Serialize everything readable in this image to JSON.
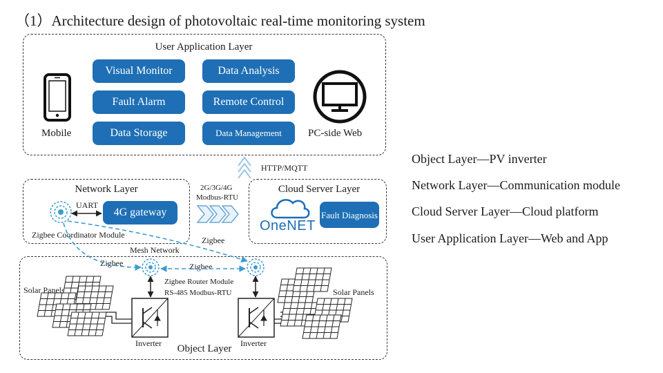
{
  "title": "（1）Architecture design of photovoltaic real-time monitoring system",
  "user_layer": {
    "title": "User Application Layer",
    "mobile_label": "Mobile",
    "pc_label": "PC-side Web",
    "functions": [
      "Visual Monitor",
      "Data Analysis",
      "Fault Alarm",
      "Remote Control",
      "Data Storage",
      "Data Management"
    ]
  },
  "network_layer": {
    "title": "Network Layer",
    "gateway": "4G gateway",
    "uart": "UART",
    "coordinator": "Zigbee Coordinator Module"
  },
  "cloud_layer": {
    "title": "Cloud Server Layer",
    "brand": "OneNET",
    "fault_diagnosis": "Fault Diagnosis"
  },
  "links": {
    "http_mqtt": "HTTP/MQTT",
    "cellular": "2G/3G/4G",
    "modbus_rtu": "Modbus-RTU",
    "zigbee_right": "Zigbee",
    "mesh": "Mesh Network",
    "zigbee_left": "Zigbee",
    "zigbee_mid": "Zigbee"
  },
  "object_layer": {
    "title": "Object Layer",
    "router": "Zigbee Router Module",
    "rs485": "RS-485 Modbus-RTU",
    "solar_left": "Solar Panels",
    "solar_right": "Solar Panels",
    "inverter_left": "Inverter",
    "inverter_right": "Inverter"
  },
  "legend": [
    "Object Layer—PV  inverter",
    "Network Layer—Communication  module",
    "Cloud Server  Layer—Cloud  platform",
    "User Application  Layer—Web  and App"
  ],
  "colors": {
    "accent": "#1e6fb5",
    "zigbee": "#3d9bd0"
  }
}
